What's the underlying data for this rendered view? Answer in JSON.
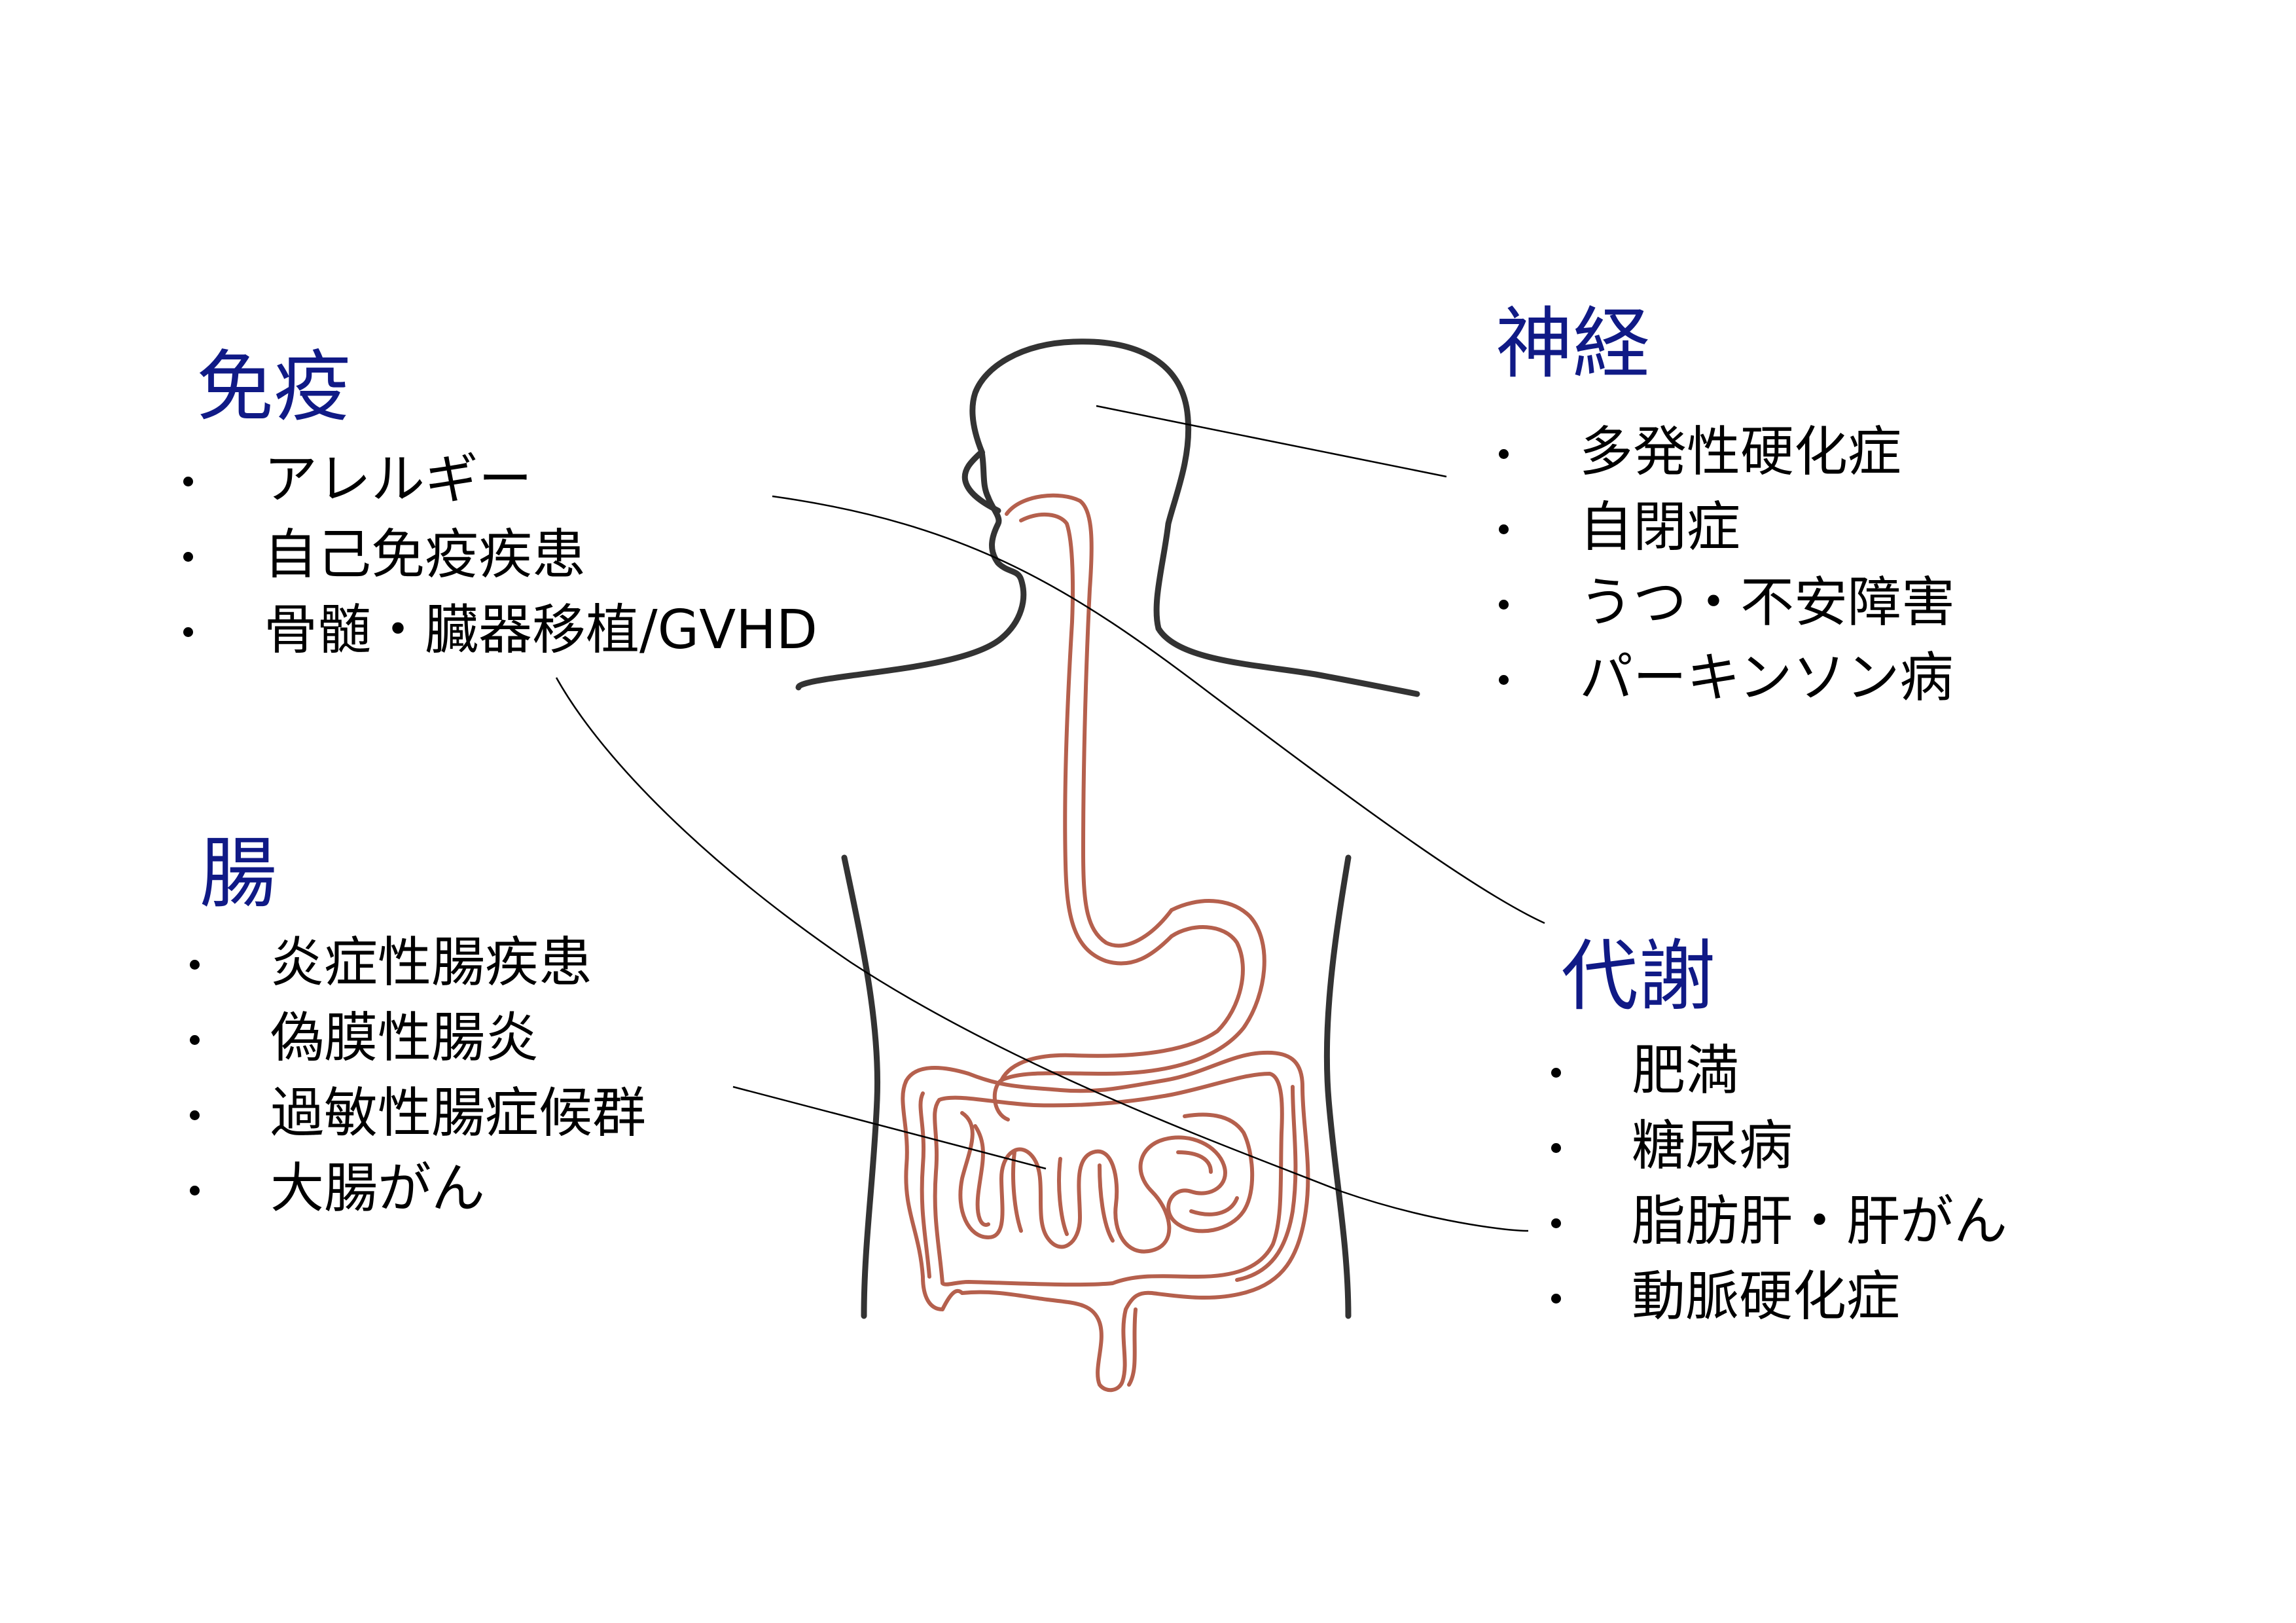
{
  "sections": {
    "immunity": {
      "heading": "免疫",
      "items": [
        "アレルギー",
        "自己免疫疾患",
        "骨髄・臓器移植/GVHD"
      ]
    },
    "neuro": {
      "heading": "神経",
      "items": [
        "多発性硬化症",
        "自閉症",
        "うつ・不安障害",
        "パーキンソン病"
      ]
    },
    "gut": {
      "heading": "腸",
      "items": [
        "炎症性腸疾患",
        "偽膜性腸炎",
        "過敏性腸症候群",
        "大腸がん"
      ]
    },
    "metabolism": {
      "heading": "代謝",
      "items": [
        "肥満",
        "糖尿病",
        "脂肪肝・肝がん",
        "動脈硬化症"
      ]
    }
  },
  "colors": {
    "heading": "#101a86",
    "body_outline": "#333333",
    "digestive_tract": "#b5604d",
    "connector": "#000000"
  }
}
